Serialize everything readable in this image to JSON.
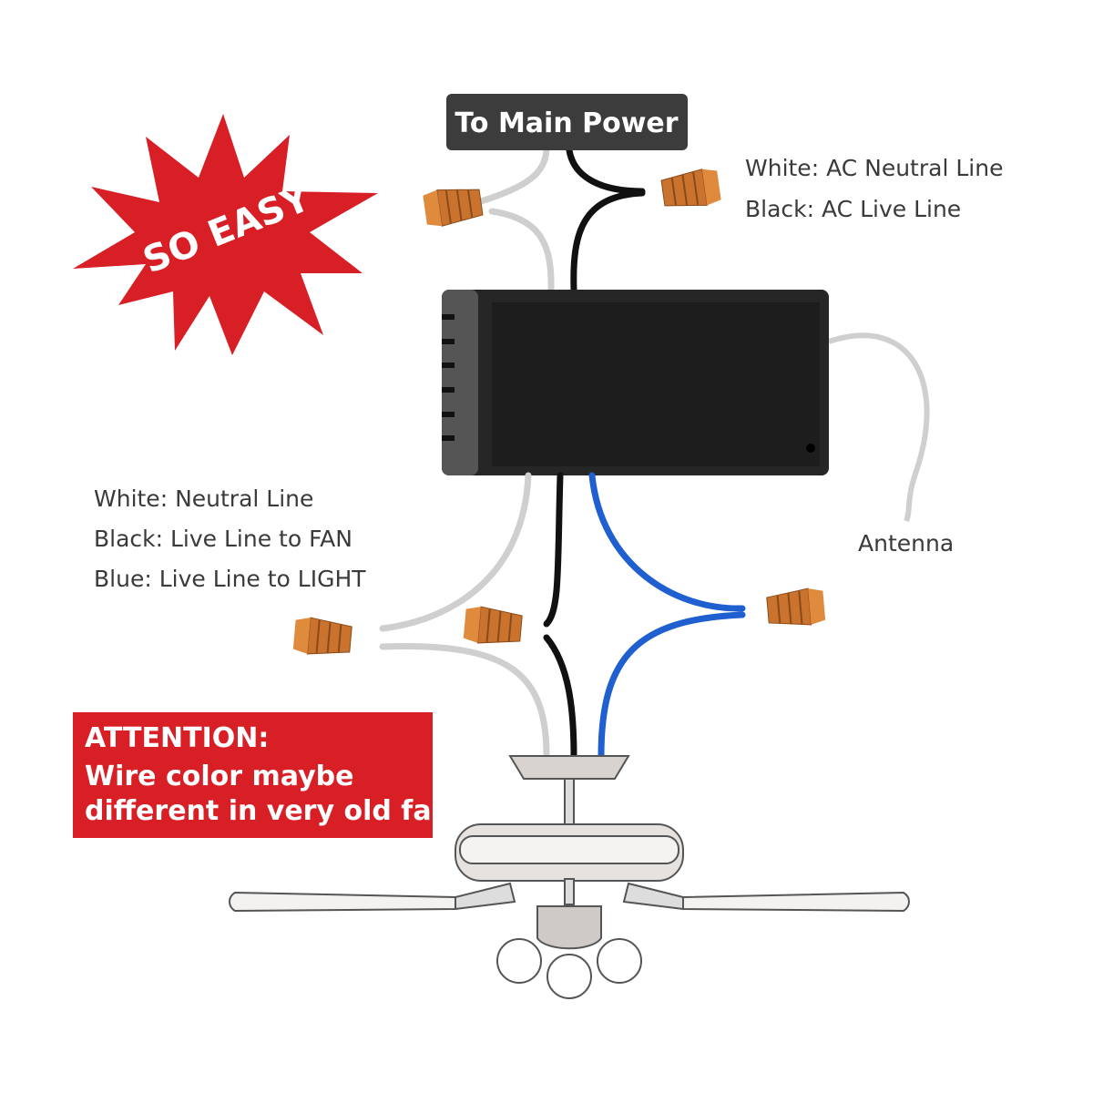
{
  "power_label": "To Main Power",
  "badge": "SO EASY",
  "main_legend": [
    "White: AC Neutral Line",
    "Black: AC Live Line"
  ],
  "fan_legend": [
    "White: Neutral Line",
    "Black: Live Line to FAN",
    "Blue: Live Line to LIGHT"
  ],
  "antenna_label": "Antenna",
  "attention": {
    "title": "ATTENTION:",
    "lines": [
      "Wire color maybe",
      "different in very old fan,"
    ]
  },
  "colors": {
    "red": "#d81f26",
    "connector": "#c9732e",
    "blue_wire": "#1f5fd0",
    "white_wire": "#cfcfcf",
    "black_wire": "#111111",
    "receiver": "#262626"
  }
}
